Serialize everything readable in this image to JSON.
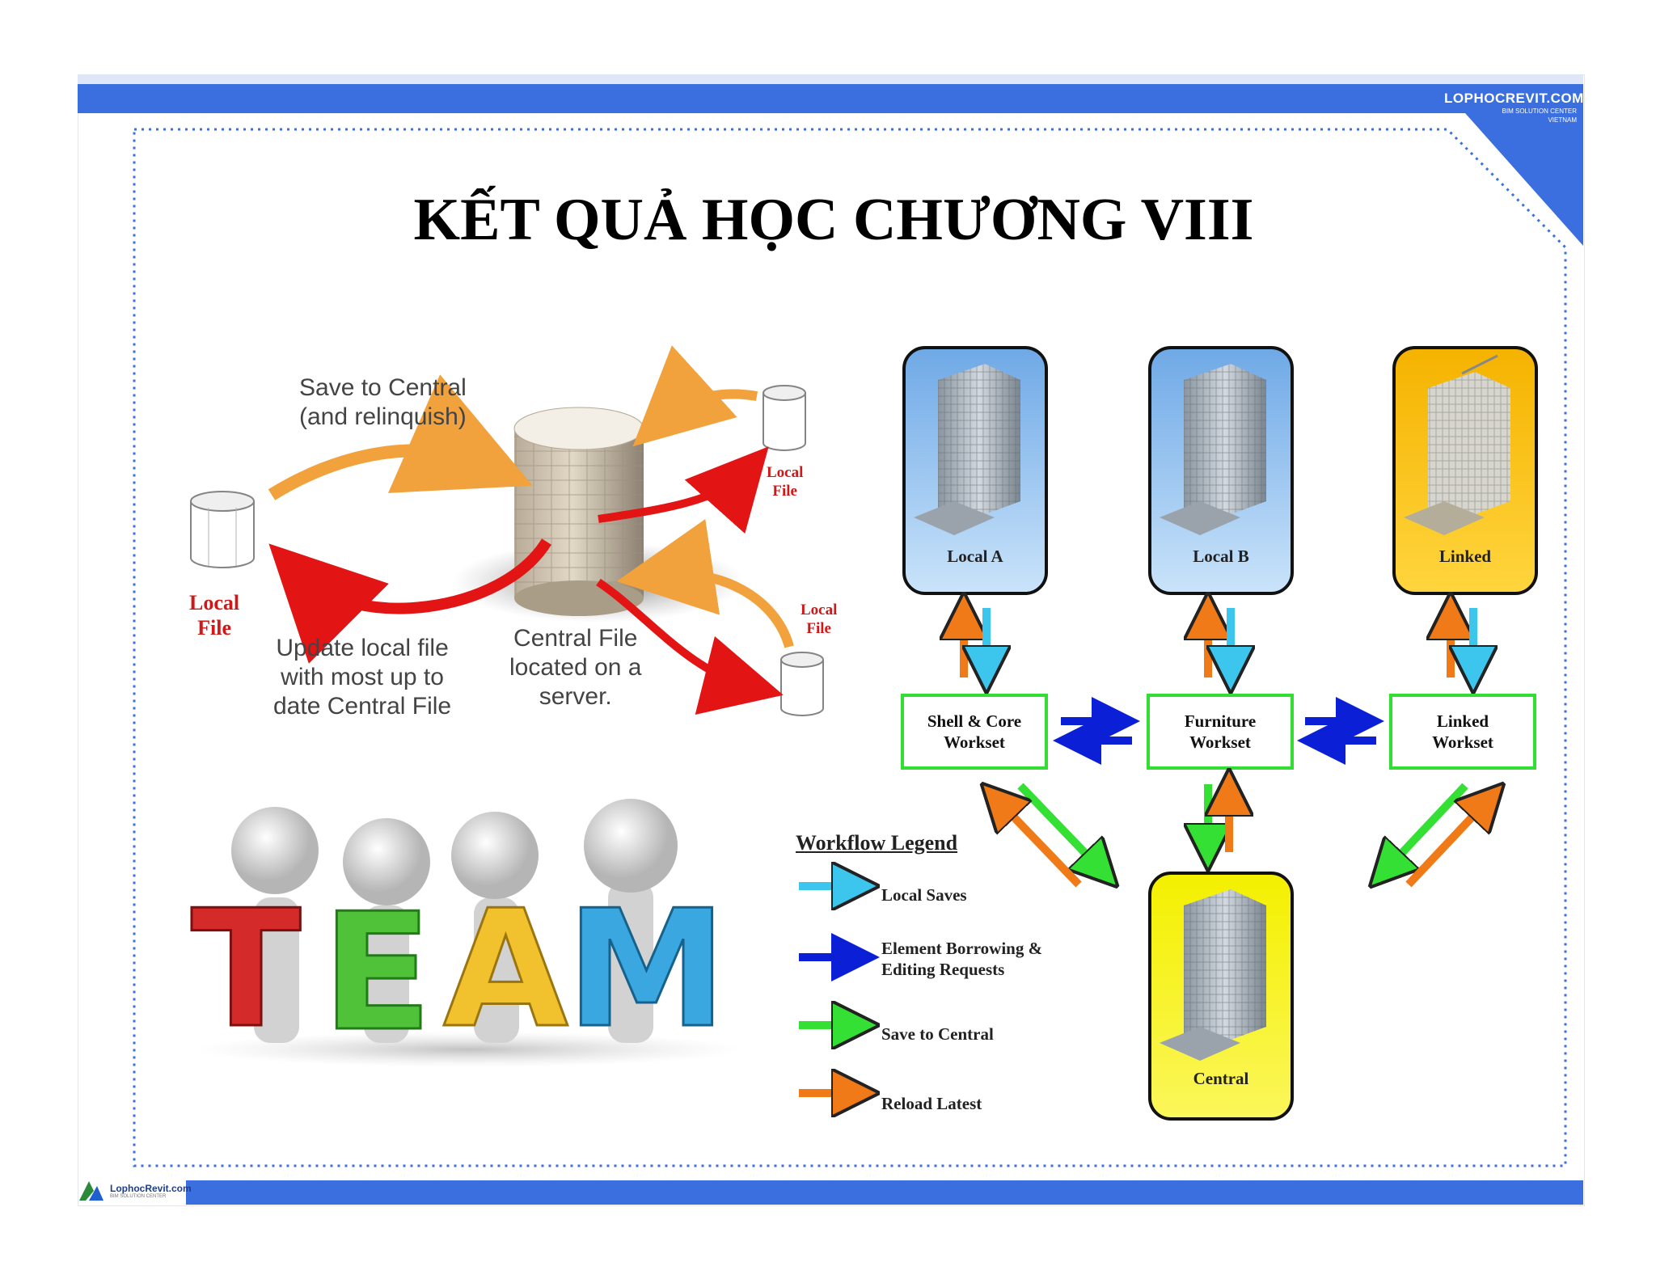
{
  "slide": {
    "title": "KẾT QUẢ HỌC CHƯƠNG VIII",
    "brand": {
      "name": "LOPHOCREVIT.COM",
      "line1": "BIM SOLUTION CENTER",
      "line2": "VIETNAM"
    },
    "footer_logo": {
      "name": "LophocRevit.com",
      "tagline": "BIM SOLUTION CENTER"
    }
  },
  "left_diagram": {
    "save_to_central": "Save to Central",
    "relinquish": "(and relinquish)",
    "update_line1": "Update local file",
    "update_line2": "with most up to",
    "update_line3": "date Central File",
    "central_line1": "Central File",
    "central_line2": "located on a",
    "central_line3": "server.",
    "local_left_1": "Local",
    "local_left_2": "File",
    "local_top_1": "Local",
    "local_top_2": "File",
    "local_bottom_1": "Local",
    "local_bottom_2": "File"
  },
  "team": {
    "letters": [
      "T",
      "E",
      "A",
      "M"
    ],
    "colors": [
      "#d42a2a",
      "#4fc23a",
      "#f2c12e",
      "#3aa7e0"
    ]
  },
  "workflow": {
    "buildings": {
      "local_a": "Local A",
      "local_b": "Local B",
      "linked": "Linked",
      "central": "Central"
    },
    "worksets": {
      "shell": "Shell & Core\nWorkset",
      "furniture": "Furniture\nWorkset",
      "linked": "Linked\nWorkset"
    },
    "legend": {
      "title": "Workflow Legend",
      "items": [
        {
          "label": "Local Saves",
          "color": "#3cc6ee"
        },
        {
          "label": "Element Borrowing &\nEditing Requests",
          "color": "#0a1fd6"
        },
        {
          "label": "Save to Central",
          "color": "#33e033"
        },
        {
          "label": "Reload Latest",
          "color": "#f07a18"
        }
      ]
    }
  }
}
